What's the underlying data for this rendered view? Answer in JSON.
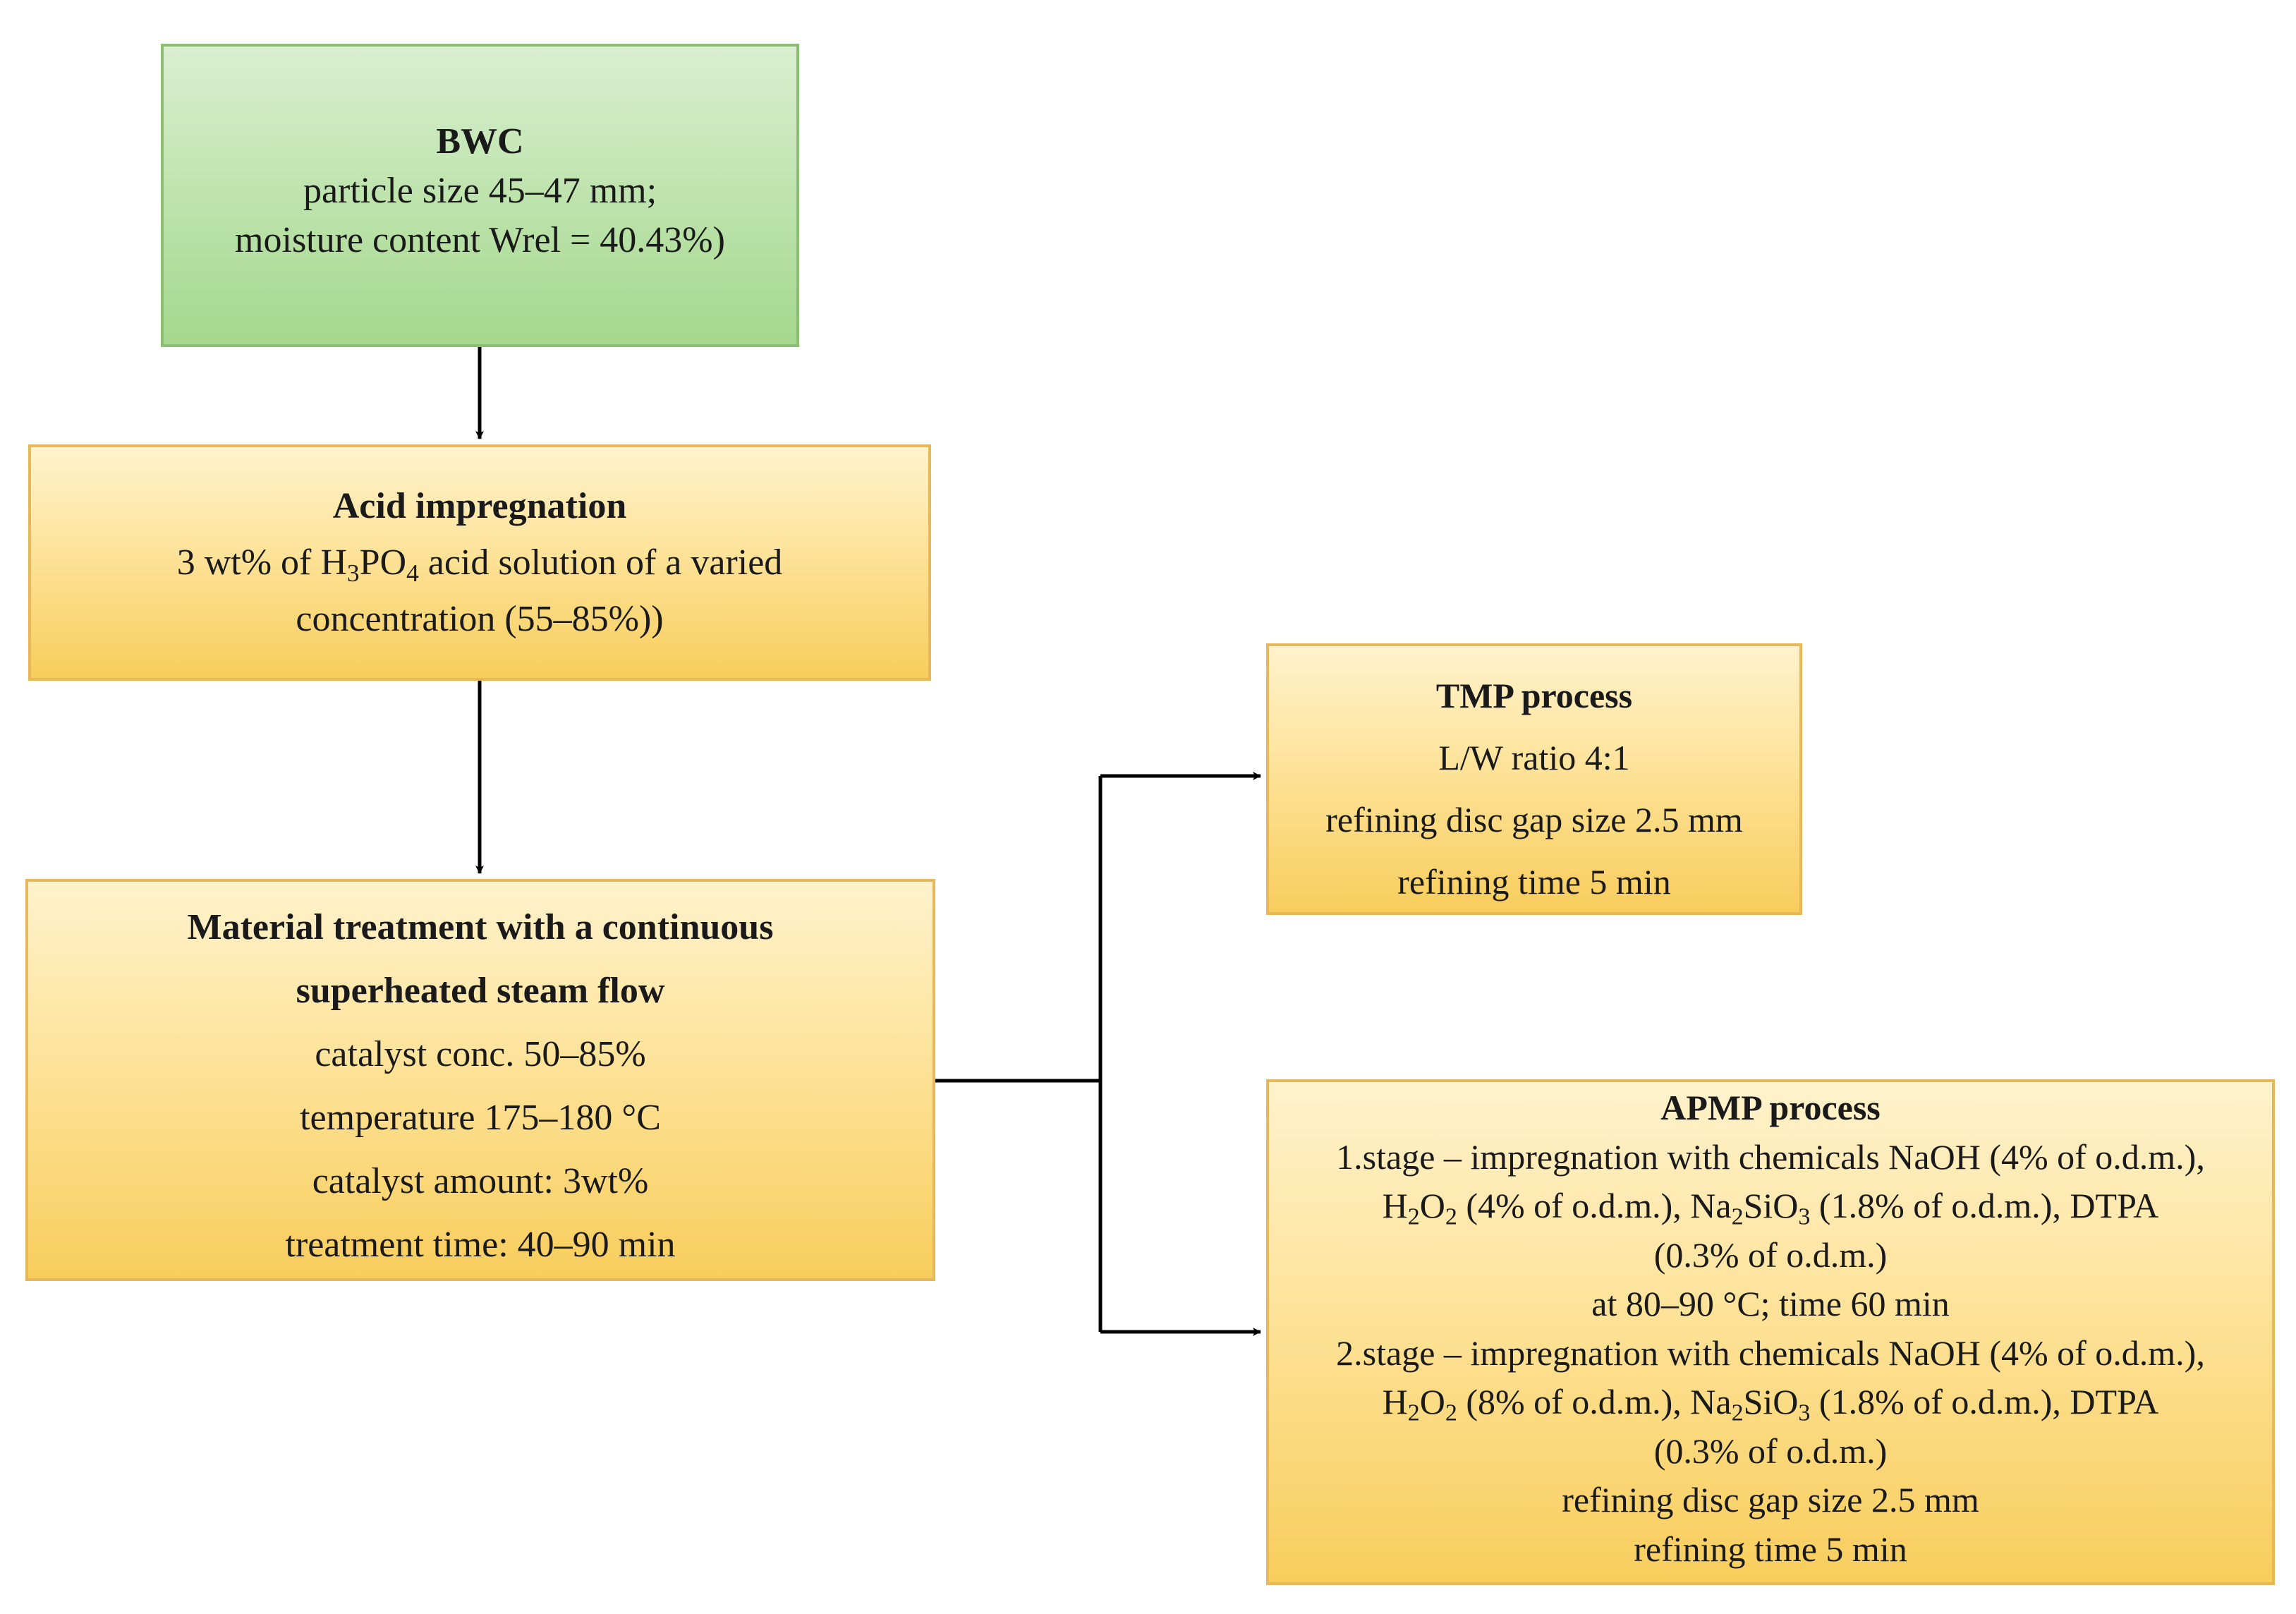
{
  "bwc": {
    "title": "BWC",
    "line1": "particle size 45–47 mm;",
    "line2": "moisture content Wrel = 40.43%)"
  },
  "acid_impregnation": {
    "title": "Acid impregnation",
    "line1_a": "3 wt% of H",
    "line1_sub1": "3",
    "line1_b": "PO",
    "line1_sub2": "4",
    "line1_c": " acid solution of a varied",
    "line2": "concentration (55–85%))"
  },
  "material_treatment": {
    "title_line1": "Material treatment with a continuous",
    "title_line2": "superheated steam flow",
    "line1": "catalyst conc. 50–85%",
    "line2": "temperature 175–180 °C",
    "line3": "catalyst amount: 3wt%",
    "line4": "treatment time: 40–90 min"
  },
  "tmp_process": {
    "title": "TMP process",
    "line1": "L/W ratio 4:1",
    "line2": "refining disc gap size 2.5 mm",
    "line3": "refining time 5 min"
  },
  "apmp_process": {
    "title": "APMP process",
    "stage1_line1": "1.stage – impregnation with chemicals NaOH (4% of o.d.m.),",
    "stage1_h": "H",
    "stage1_h_sub": "2",
    "stage1_o": "O",
    "stage1_o_sub": "2",
    "stage1_mid": " (4% of o.d.m.), Na",
    "stage1_na_sub": "2",
    "stage1_si": "SiO",
    "stage1_si_sub": "3",
    "stage1_end": " (1.8% of o.d.m.), DTPA",
    "stage1_line3": "(0.3% of o.d.m.)",
    "stage1_line4": "at 80–90 °C; time 60 min",
    "stage2_line1": "2.stage – impregnation with chemicals NaOH (4% of o.d.m.),",
    "stage2_h": "H",
    "stage2_h_sub": "2",
    "stage2_o": "O",
    "stage2_o_sub": "2",
    "stage2_mid": " (8% of o.d.m.), Na",
    "stage2_na_sub": "2",
    "stage2_si": "SiO",
    "stage2_si_sub": "3",
    "stage2_end": " (1.8% of o.d.m.), DTPA",
    "stage2_line3": "(0.3% of o.d.m.)",
    "line_refining_gap": "refining disc gap size 2.5 mm",
    "line_refining_time": "refining time 5 min"
  },
  "colors": {
    "green_fill": "#a4d88c",
    "green_border": "#8cbf73",
    "yellow_fill": "#f8cd5c",
    "yellow_border": "#e7b85a",
    "arrow": "#000000"
  }
}
